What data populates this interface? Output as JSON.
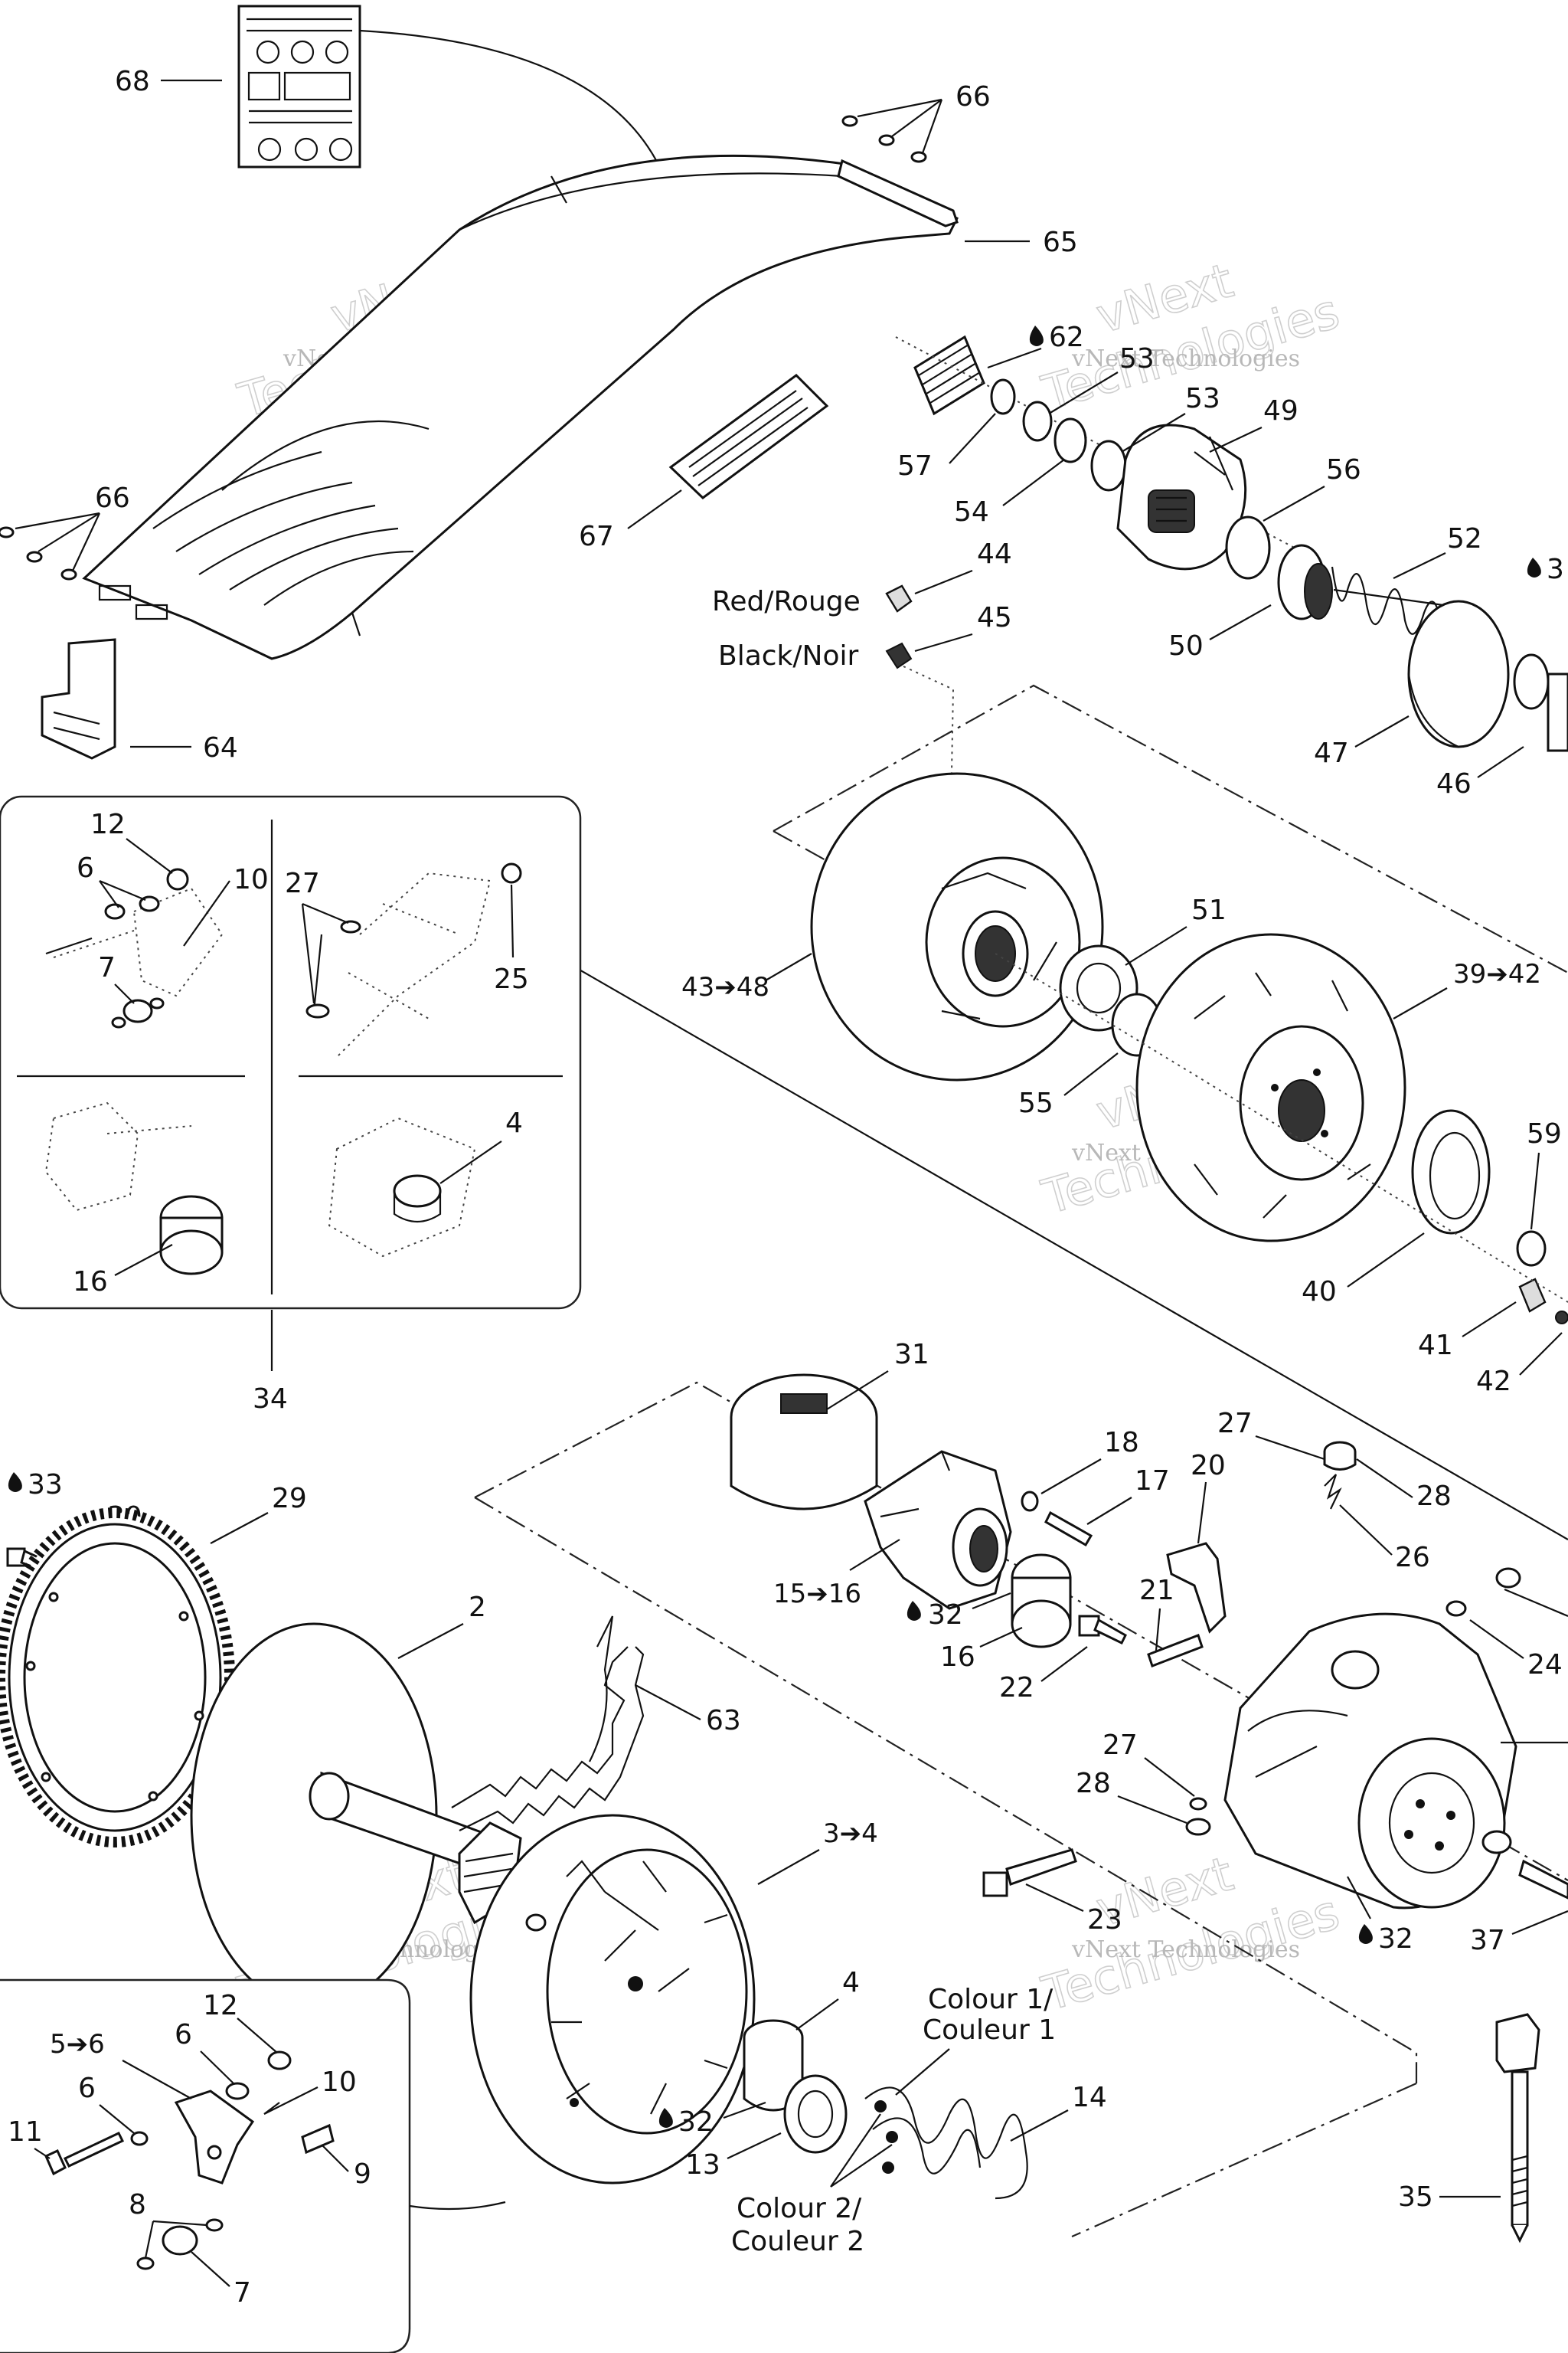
{
  "callouts": {
    "c68": "68",
    "c66a": "66",
    "c65": "65",
    "c66b": "66",
    "c67": "67",
    "c64": "64",
    "c62": "62",
    "c53a": "53",
    "c53b": "53",
    "c49": "49",
    "c57": "57",
    "c54": "54",
    "c56": "56",
    "c52": "52",
    "c3top": "3",
    "c50": "50",
    "c47": "47",
    "c46": "46",
    "c44": "44",
    "c45": "45",
    "c51": "51",
    "c4348": "43➔48",
    "c3942": "39➔42",
    "c55": "55",
    "c59": "59",
    "c40": "40",
    "c41": "41",
    "c42": "42",
    "d12": "12",
    "d6": "6",
    "d10": "10",
    "d7": "7",
    "d27": "27",
    "d25": "25",
    "d16": "16",
    "d4": "4",
    "d34": "34",
    "c31": "31",
    "c18": "18",
    "c17": "17",
    "c20": "20",
    "c27a": "27",
    "c28a": "28",
    "c26": "26",
    "c1516": "15➔16",
    "c32a": "32",
    "c16": "16",
    "c21": "21",
    "c22": "22",
    "c24": "24",
    "c27b": "27",
    "c28b": "28",
    "c23": "23",
    "c32b": "32",
    "c37": "37",
    "c33": "33",
    "c30": "30",
    "c29": "29",
    "c2": "2",
    "c63": "63",
    "c34": "3➔4",
    "c4": "4",
    "c32c": "32",
    "c13": "13",
    "c14": "14",
    "c35": "35",
    "e12": "12",
    "e56": "5➔6",
    "e6a": "6",
    "e6b": "6",
    "e10": "10",
    "e11": "11",
    "e9": "9",
    "e8": "8",
    "e7": "7"
  },
  "color_labels": {
    "red": "Red/Rouge",
    "black": "Black/Noir",
    "colour1_line1": "Colour 1/",
    "colour1_line2": "Couleur 1",
    "colour2_line1": "Colour 2/",
    "colour2_line2": "Couleur 2"
  },
  "watermark": {
    "brand": "vNext",
    "line": "vNext Technologies",
    "big": "Technologies"
  }
}
